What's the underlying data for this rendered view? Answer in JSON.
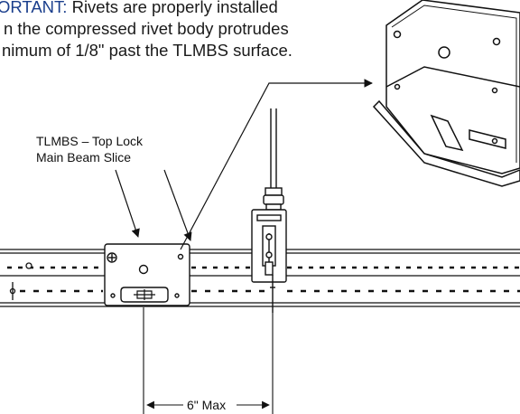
{
  "note": {
    "lead": "ORTANT:",
    "line1": " Rivets are properly installed",
    "line2": "n the compressed rivet body protrudes",
    "line3": "nimum of 1/8\" past the TLMBS surface."
  },
  "callout": {
    "line1": "TLMBS – Top Lock",
    "line2": "Main Beam Slice"
  },
  "dimension": {
    "label": "6\" Max"
  },
  "colors": {
    "note_lead": "#1a3e8c",
    "line": "#111111"
  }
}
